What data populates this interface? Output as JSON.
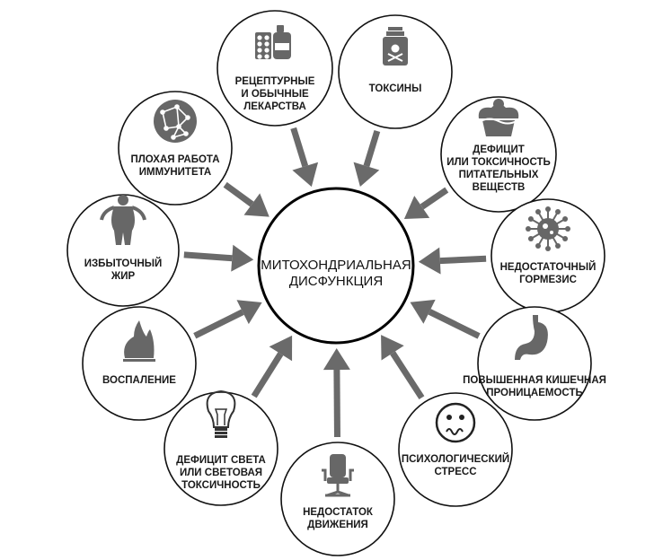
{
  "center": {
    "lines": [
      "МИТОХОНДРИАЛЬНАЯ",
      "ДИСФУНКЦИЯ"
    ]
  },
  "colors": {
    "arrow": "#6a6a6a",
    "icon": "#676767",
    "stroke": "#111111"
  },
  "factors": [
    {
      "id": "medications",
      "icon": "pills-bottle-icon",
      "lines": [
        "РЕЦЕПТУРНЫЕ",
        "И ОБЫЧНЫЕ",
        "ЛЕКАРСТВА"
      ]
    },
    {
      "id": "toxins",
      "icon": "poison-jar-icon",
      "lines": [
        "ТОКСИНЫ"
      ]
    },
    {
      "id": "nutrients",
      "icon": "cupcake-icon",
      "lines": [
        "ДЕФИЦИТ",
        "ИЛИ ТОКСИЧНОСТЬ",
        "ПИТАТЕЛЬНЫХ",
        "ВЕЩЕСТВ"
      ]
    },
    {
      "id": "hormesis",
      "icon": "virus-icon",
      "lines": [
        "НЕДОСТАТОЧНЫЙ",
        "ГОРМЕЗИС"
      ]
    },
    {
      "id": "gut",
      "icon": "stomach-icon",
      "lines": [
        "ПОВЫШЕННАЯ КИШЕЧНАЯ",
        "ПРОНИЦАЕМОСТЬ"
      ]
    },
    {
      "id": "stress",
      "icon": "worried-face-icon",
      "lines": [
        "ПСИХОЛОГИЧЕСКИЙ",
        "СТРЕСС"
      ]
    },
    {
      "id": "movement",
      "icon": "office-chair-icon",
      "lines": [
        "НЕДОСТАТОК",
        "ДВИЖЕНИЯ"
      ]
    },
    {
      "id": "light",
      "icon": "light-bulb-icon",
      "lines": [
        "ДЕФИЦИТ СВЕТА",
        "ИЛИ СВЕТОВАЯ",
        "ТОКСИЧНОСТЬ"
      ]
    },
    {
      "id": "inflammation",
      "icon": "flame-icon",
      "lines": [
        "ВОСПАЛЕНИЕ"
      ]
    },
    {
      "id": "fat",
      "icon": "overweight-person-icon",
      "lines": [
        "ИЗБЫТОЧНЫЙ",
        "ЖИР"
      ]
    },
    {
      "id": "immunity",
      "icon": "network-globe-icon",
      "lines": [
        "ПЛОХАЯ РАБОТА",
        "ИММУНИТЕТА"
      ]
    }
  ]
}
